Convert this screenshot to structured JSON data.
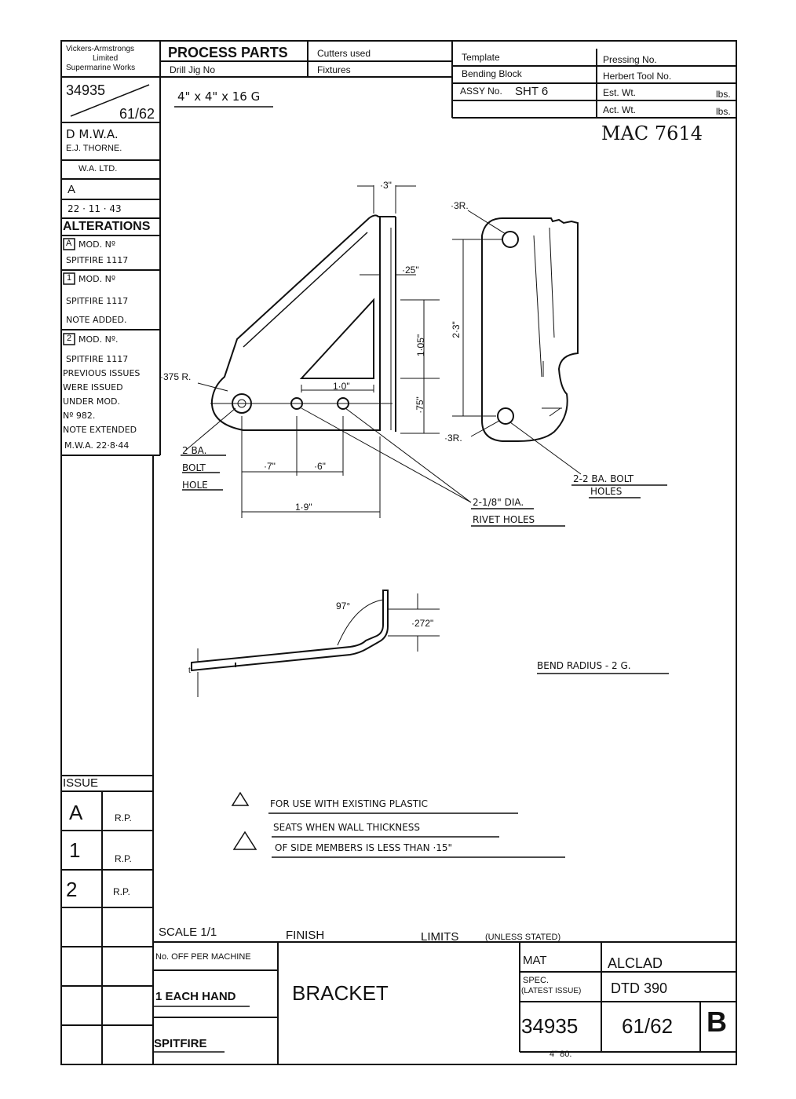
{
  "company": {
    "line1": "Vickers-Armstrongs",
    "line2": "Limited",
    "line3": "Supermarine Works"
  },
  "drawing_number": "34935",
  "sheet": "61/62",
  "drawn_by": "D M.W.A.",
  "traced_by": "E.J. THORNE.",
  "checked_by": "W.A. LTD.",
  "approved_by": "A",
  "date": "22 · 11 · 43",
  "alterations": {
    "heading": "ALTERATIONS",
    "entries": [
      {
        "mark": "A",
        "line1": "MOD. Nº",
        "line2": "SPITFIRE 1117"
      },
      {
        "mark": "1",
        "line1": "MOD. Nº",
        "line2": "SPITFIRE 1117",
        "line3": "NOTE ADDED."
      },
      {
        "mark": "2",
        "line1": "MOD. Nº.",
        "line2": "SPITFIRE 1117",
        "line3": "PREVIOUS ISSUES",
        "line4": "WERE ISSUED",
        "line5": "UNDER MOD.",
        "line6": "Nº 982.",
        "line7": "NOTE EXTENDED",
        "line8": "M.W.A. 22·8·44"
      }
    ]
  },
  "issue": {
    "heading": "ISSUE",
    "rows": [
      {
        "issue": "A",
        "by": "R.P."
      },
      {
        "issue": "1",
        "by": "R.P."
      },
      {
        "issue": "2",
        "by": "R.P."
      }
    ]
  },
  "header": {
    "process_parts": "PROCESS PARTS",
    "drill_jig": "Drill Jig No",
    "material_size": "4\" x 4\" x 16 G",
    "cutters_used": "Cutters used",
    "fixtures": "Fixtures",
    "template": "Template",
    "bending_block": "Bending Block",
    "assy_no_label": "ASSY No.",
    "assy_no_value": "SHT 6",
    "pressing_no": "Pressing No.",
    "herbert_tool": "Herbert Tool No.",
    "est_wt": "Est. Wt.",
    "act_wt": "Act. Wt.",
    "lbs": "lbs."
  },
  "stamp": "MAC 7614",
  "dimensions": {
    "d_3": "·3\"",
    "d_25": "·25\"",
    "d_23": "2·3\"",
    "d_105": "1·05\"",
    "d_10": "1·0\"",
    "d_75": "·75\"",
    "d_375r": "·375 R.",
    "d_3r_top": "·3R.",
    "d_3r_bot": "·3R.",
    "d_7": "·7\"",
    "d_6": "·6\"",
    "d_19": "1·9\"",
    "angle": "97°",
    "d_272": "·272\"",
    "thk": "t"
  },
  "labels": {
    "ba_bolt_1": "2 BA.",
    "ba_bolt_2": "BOLT",
    "ba_bolt_3": "HOLE",
    "rivet_1": "2-1/8\" DIA.",
    "rivet_2": "RIVET HOLES",
    "bolts_1": "2-2 BA. BOLT",
    "bolts_2": "HOLES",
    "bend_radius": "BEND RADIUS - 2 G."
  },
  "notes": {
    "note1": "FOR USE WITH EXISTING PLASTIC",
    "note2a": "SEATS WHEN WALL THICKNESS",
    "note2b": "OF SIDE MEMBERS IS LESS THAN ·15\""
  },
  "title_block": {
    "scale": "SCALE 1/1",
    "finish": "FINISH",
    "limits": "LIMITS",
    "limits_note": "(UNLESS STATED)",
    "no_off": "No. OFF PER MACHINE",
    "each_hand": "1 EACH HAND",
    "title": "BRACKET",
    "aircraft": "SPITFIRE",
    "mat_label": "MAT",
    "mat_value": "ALCLAD",
    "spec_label1": "SPEC.",
    "spec_label2": "(LATEST ISSUE)",
    "spec_value": "DTD 390",
    "drawing_no": "34935",
    "sheet": "61/62",
    "size": "B",
    "footnote": "4\" 80."
  }
}
